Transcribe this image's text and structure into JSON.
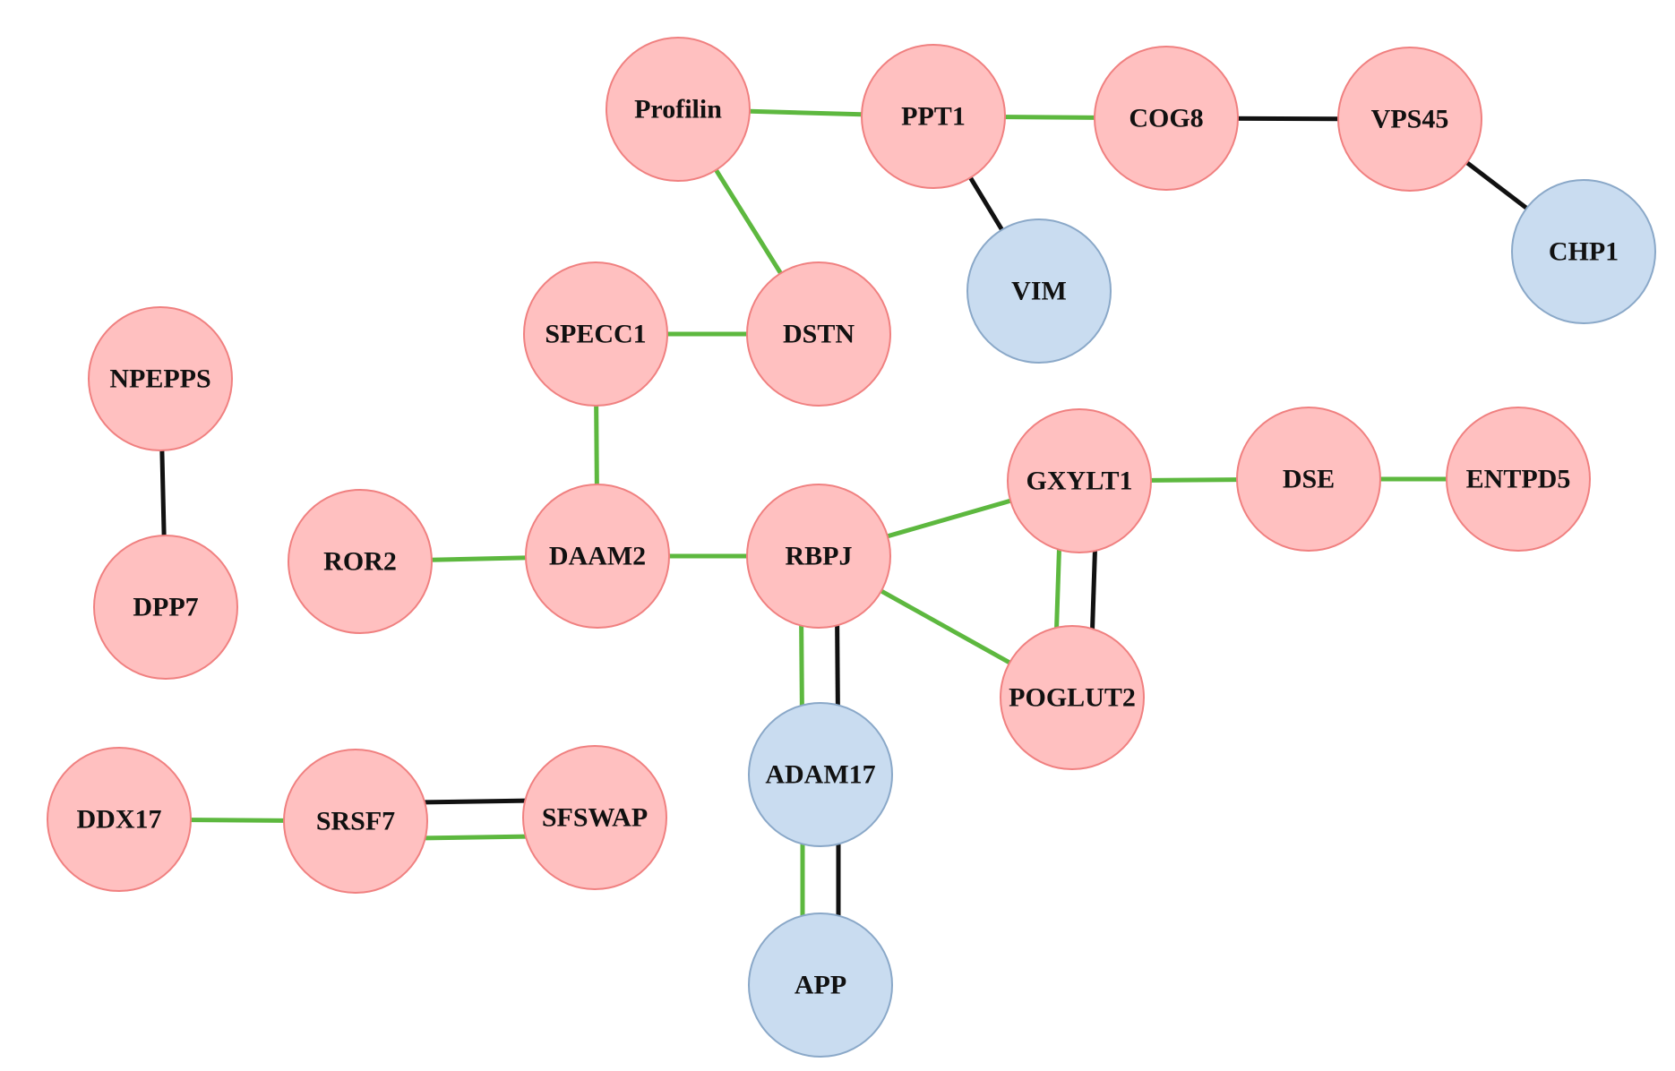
{
  "colors": {
    "target": "#ffc0c0",
    "target_stroke": "#f08080",
    "other": "#c9dcf0",
    "other_stroke": "#8aa8c8",
    "edge_green": "#5db83f",
    "edge_black": "#111111"
  },
  "nodes": [
    {
      "id": "Profilin",
      "label": "Profilin",
      "group": "target"
    },
    {
      "id": "PPT1",
      "label": "PPT1",
      "group": "target"
    },
    {
      "id": "COG8",
      "label": "COG8",
      "group": "target"
    },
    {
      "id": "VPS45",
      "label": "VPS45",
      "group": "target"
    },
    {
      "id": "CHP1",
      "label": "CHP1",
      "group": "other"
    },
    {
      "id": "VIM",
      "label": "VIM",
      "group": "other"
    },
    {
      "id": "SPECC1",
      "label": "SPECC1",
      "group": "target"
    },
    {
      "id": "DSTN",
      "label": "DSTN",
      "group": "target"
    },
    {
      "id": "NPEPPS",
      "label": "NPEPPS",
      "group": "target"
    },
    {
      "id": "DPP7",
      "label": "DPP7",
      "group": "target"
    },
    {
      "id": "ROR2",
      "label": "ROR2",
      "group": "target"
    },
    {
      "id": "DAAM2",
      "label": "DAAM2",
      "group": "target"
    },
    {
      "id": "RBPJ",
      "label": "RBPJ",
      "group": "target"
    },
    {
      "id": "GXYLT1",
      "label": "GXYLT1",
      "group": "target"
    },
    {
      "id": "DSE",
      "label": "DSE",
      "group": "target"
    },
    {
      "id": "ENTPD5",
      "label": "ENTPD5",
      "group": "target"
    },
    {
      "id": "POGLUT2",
      "label": "POGLUT2",
      "group": "target"
    },
    {
      "id": "ADAM17",
      "label": "ADAM17",
      "group": "other"
    },
    {
      "id": "APP",
      "label": "APP",
      "group": "other"
    },
    {
      "id": "DDX17",
      "label": "DDX17",
      "group": "target"
    },
    {
      "id": "SRSF7",
      "label": "SRSF7",
      "group": "target"
    },
    {
      "id": "SFSWAP",
      "label": "SFSWAP",
      "group": "target"
    }
  ],
  "edges": [
    {
      "source": "Profilin",
      "target": "PPT1",
      "types": [
        "green"
      ]
    },
    {
      "source": "PPT1",
      "target": "COG8",
      "types": [
        "green"
      ]
    },
    {
      "source": "COG8",
      "target": "VPS45",
      "types": [
        "black"
      ]
    },
    {
      "source": "VPS45",
      "target": "CHP1",
      "types": [
        "black"
      ]
    },
    {
      "source": "PPT1",
      "target": "VIM",
      "types": [
        "black"
      ]
    },
    {
      "source": "Profilin",
      "target": "DSTN",
      "types": [
        "green"
      ]
    },
    {
      "source": "SPECC1",
      "target": "DSTN",
      "types": [
        "green"
      ]
    },
    {
      "source": "SPECC1",
      "target": "DAAM2",
      "types": [
        "green"
      ]
    },
    {
      "source": "NPEPPS",
      "target": "DPP7",
      "types": [
        "black"
      ]
    },
    {
      "source": "ROR2",
      "target": "DAAM2",
      "types": [
        "green"
      ]
    },
    {
      "source": "DAAM2",
      "target": "RBPJ",
      "types": [
        "green"
      ]
    },
    {
      "source": "RBPJ",
      "target": "GXYLT1",
      "types": [
        "green"
      ]
    },
    {
      "source": "GXYLT1",
      "target": "DSE",
      "types": [
        "green"
      ]
    },
    {
      "source": "DSE",
      "target": "ENTPD5",
      "types": [
        "green"
      ]
    },
    {
      "source": "GXYLT1",
      "target": "POGLUT2",
      "types": [
        "black",
        "green"
      ]
    },
    {
      "source": "RBPJ",
      "target": "POGLUT2",
      "types": [
        "green"
      ]
    },
    {
      "source": "RBPJ",
      "target": "ADAM17",
      "types": [
        "black",
        "green"
      ]
    },
    {
      "source": "ADAM17",
      "target": "APP",
      "types": [
        "black",
        "green"
      ]
    },
    {
      "source": "DDX17",
      "target": "SRSF7",
      "types": [
        "green"
      ]
    },
    {
      "source": "SRSF7",
      "target": "SFSWAP",
      "types": [
        "black",
        "green"
      ]
    }
  ]
}
